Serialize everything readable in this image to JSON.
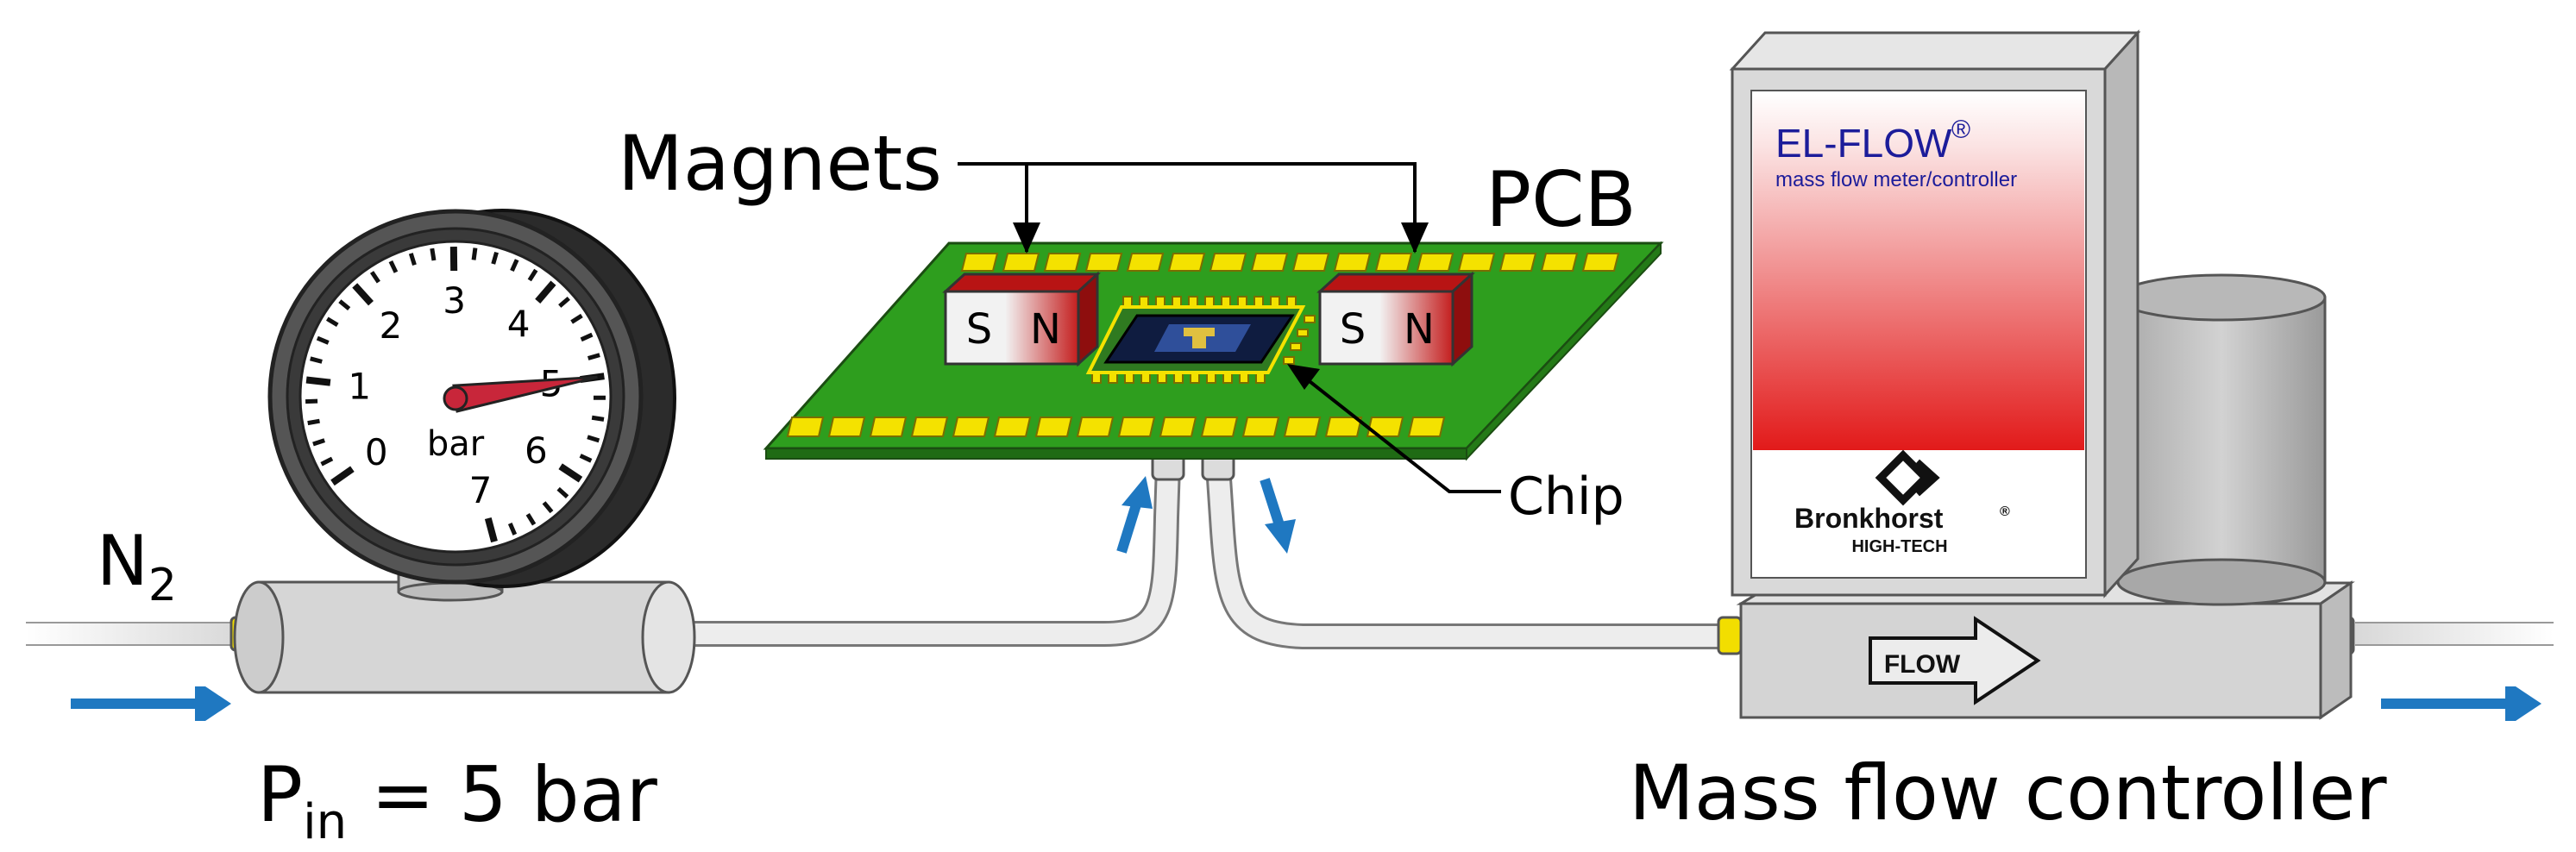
{
  "labels": {
    "gas": "N",
    "gas_sub": "2",
    "pressure_p": "P",
    "pressure_sub": "in",
    "pressure_rest": " = 5 bar",
    "magnets": "Magnets",
    "pcb": "PCB",
    "chip": "Chip",
    "mfc": "Mass flow controller"
  },
  "gauge": {
    "unit": "bar",
    "ticks": [
      "0",
      "1",
      "2",
      "3",
      "4",
      "5",
      "6",
      "7"
    ],
    "reading": 5
  },
  "magnet_poles": {
    "south": "S",
    "north": "N"
  },
  "mfc_device": {
    "brand": "EL-FLOW",
    "registered": "®",
    "subtitle": "mass flow meter/controller",
    "maker": "Bronkhorst",
    "maker_mark": "®",
    "maker_sub": "HIGH-TECH",
    "flow_label": "FLOW"
  },
  "colors": {
    "flow_arrow": "#1f78c1",
    "pcb_green": "#2e9e1e",
    "pad_yellow": "#f4e200",
    "magnet_red": "#c41e1e",
    "gauge_needle": "#c8263a",
    "brand_blue": "#1c1c9a",
    "fitting_yellow": "#f2de00"
  }
}
